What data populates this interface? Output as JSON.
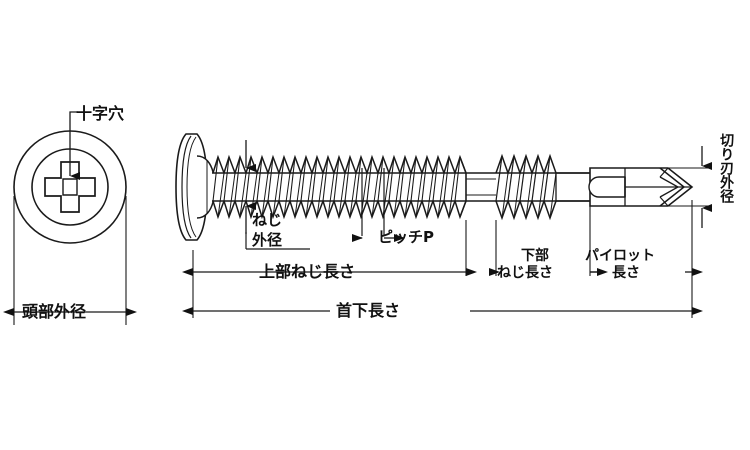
{
  "diagram": {
    "title": "wood screw technical drawing with japanese dimension callouts",
    "background_color": "#ffffff",
    "line_color": "#1a1a1a",
    "shade_color": "#b8b8b8"
  },
  "labels": {
    "cross_recess": "十字穴",
    "head_outer_diameter": "頭部外径",
    "thread_outer_diameter_line1": "ねじ",
    "thread_outer_diameter_line2": "外径",
    "pitch": "ピッチP",
    "upper_thread_length": "上部ねじ長さ",
    "lower_thread_length_line1": "下部",
    "lower_thread_length_line2": "ねじ長さ",
    "pilot_length_line1": "パイロット",
    "pilot_length_line2": "長さ",
    "under_head_length": "首下長さ",
    "cutting_edge_outer_diameter": "切り刃外径"
  }
}
